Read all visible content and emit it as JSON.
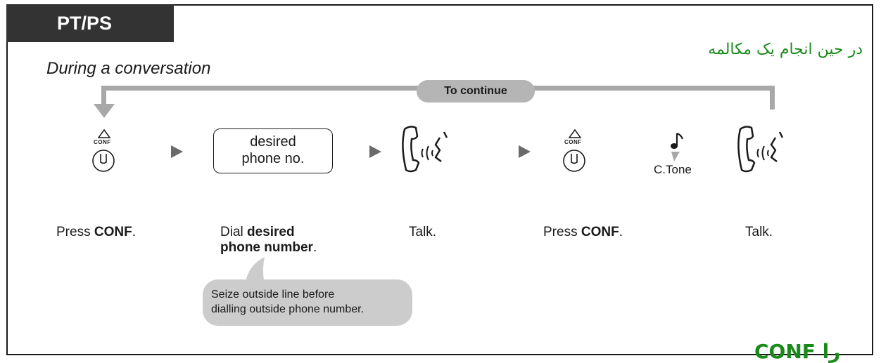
{
  "header": {
    "tab_label": "PT/PS",
    "persian_note": "در حین انجام یک مکالمه",
    "persian_bottom": "CONF را"
  },
  "condition": "During a conversation",
  "loop": {
    "label": "To continue"
  },
  "steps": [
    {
      "icon": "conf-button-icon",
      "icon_label": "CONF",
      "caption_prefix": "Press ",
      "caption_bold": "CONF",
      "caption_suffix": "."
    },
    {
      "icon": "dial-box",
      "box_text": [
        "desired",
        "phone no."
      ],
      "caption_prefix": "Dial ",
      "caption_bold_lines": [
        "desired",
        "phone number"
      ],
      "caption_suffix": "."
    },
    {
      "icon": "handset-talk-icon",
      "caption": "Talk."
    },
    {
      "icon": "conf-button-icon",
      "icon_label": "CONF",
      "caption_prefix": "Press ",
      "caption_bold": "CONF",
      "caption_suffix": "."
    },
    {
      "icon": "confirmation-tone-icon",
      "icon_label": "C.Tone"
    },
    {
      "icon": "handset-talk-icon",
      "caption": "Talk."
    }
  ],
  "note": {
    "lines": [
      "Seize outside line before",
      "dialling outside phone number."
    ]
  },
  "colors": {
    "tab_bg": "#333333",
    "loop_line": "#a8a8a8",
    "persian_text": "#1a8a1a",
    "bubble_bg": "#cccccc",
    "arrow": "#6a6a6a"
  }
}
